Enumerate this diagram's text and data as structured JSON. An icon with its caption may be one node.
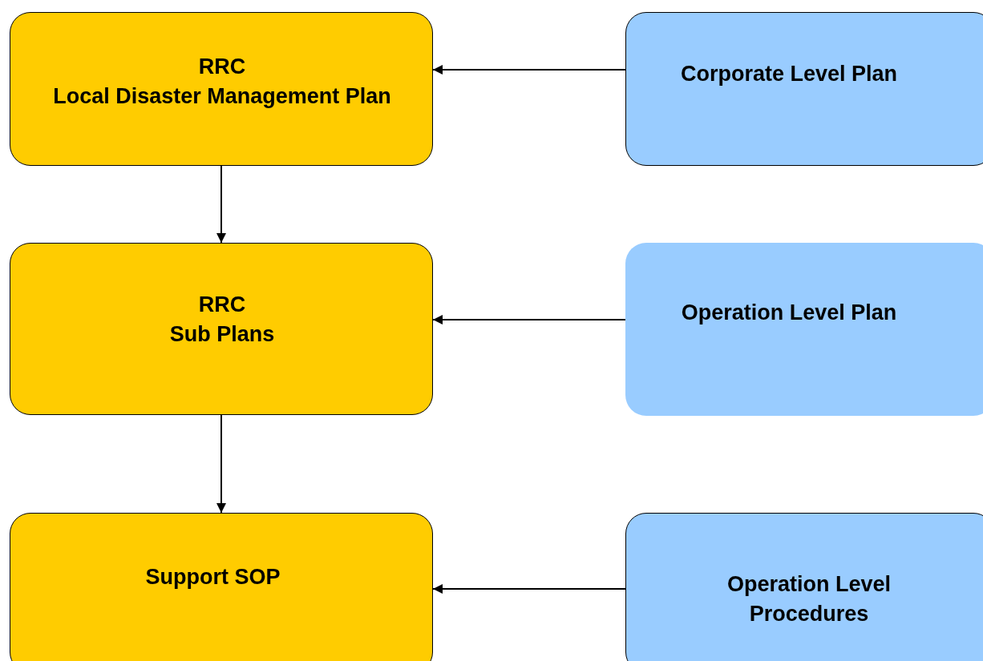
{
  "diagram": {
    "nodes": [
      {
        "text": [
          "RRC",
          "Local Disaster Management Plan"
        ]
      },
      {
        "text": [
          "RRC",
          "Sub Plans"
        ]
      },
      {
        "text": [
          "Support SOP"
        ]
      },
      {
        "text": [
          "Corporate Level Plan"
        ]
      },
      {
        "text": [
          "Operation Level Plan"
        ]
      },
      {
        "text": [
          "Operation Level Procedures"
        ]
      }
    ],
    "edges": [
      {
        "from": 0,
        "to": 1,
        "arrow": "to"
      },
      {
        "from": 1,
        "to": 2,
        "arrow": "to"
      },
      {
        "from": 3,
        "to": 0,
        "arrow": "to"
      },
      {
        "from": 4,
        "to": 1,
        "arrow": "to"
      },
      {
        "from": 5,
        "to": 2,
        "arrow": "to"
      }
    ]
  }
}
